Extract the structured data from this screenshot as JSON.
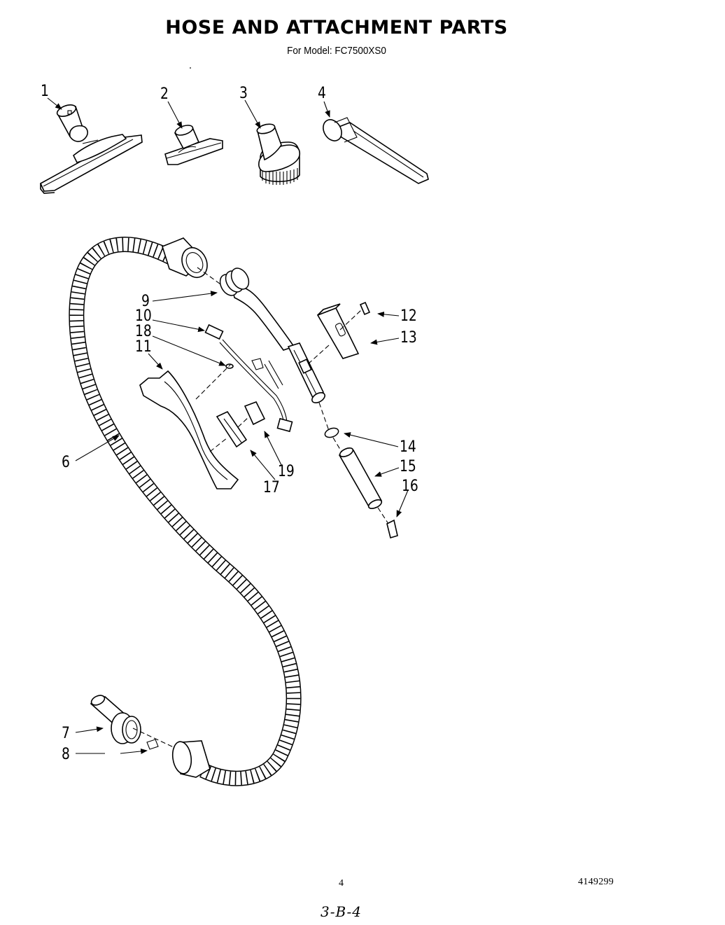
{
  "header": {
    "title": "HOSE AND ATTACHMENT PARTS",
    "subtitle": "For Model: FC7500XS0"
  },
  "callouts": [
    {
      "id": "1",
      "label": "1",
      "part": "floor-brush-nozzle"
    },
    {
      "id": "2",
      "label": "2",
      "part": "upholstery-nozzle"
    },
    {
      "id": "3",
      "label": "3",
      "part": "dusting-brush"
    },
    {
      "id": "4",
      "label": "4",
      "part": "crevice-tool"
    },
    {
      "id": "6",
      "label": "6",
      "part": "hose"
    },
    {
      "id": "7",
      "label": "7",
      "part": "hose-end-connector"
    },
    {
      "id": "8",
      "label": "8",
      "part": "contact-terminal"
    },
    {
      "id": "9",
      "label": "9",
      "part": "hose-cuff"
    },
    {
      "id": "10",
      "label": "10",
      "part": "wire-connector"
    },
    {
      "id": "18",
      "label": "18",
      "part": "wire-harness"
    },
    {
      "id": "11",
      "label": "11",
      "part": "handle-half"
    },
    {
      "id": "12",
      "label": "12",
      "part": "switch-button"
    },
    {
      "id": "13",
      "label": "13",
      "part": "handle-cover"
    },
    {
      "id": "14",
      "label": "14",
      "part": "o-ring"
    },
    {
      "id": "15",
      "label": "15",
      "part": "wand-connector"
    },
    {
      "id": "16",
      "label": "16",
      "part": "latch"
    },
    {
      "id": "17",
      "label": "17",
      "part": "switch"
    },
    {
      "id": "19",
      "label": "19",
      "part": "switch-bracket"
    }
  ],
  "footer": {
    "page_number": "4",
    "document_code": "4149299",
    "handwritten_note": "3-B-4"
  }
}
